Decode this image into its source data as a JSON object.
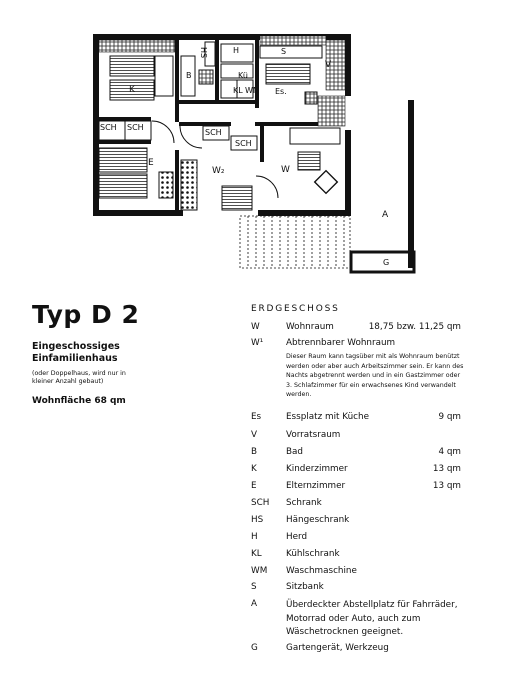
{
  "plan_labels": {
    "k": "K",
    "b": "B",
    "hs": "HS",
    "ku": "Kü",
    "kl": "KL",
    "wm": "WM",
    "h": "H",
    "s": "S",
    "v": "V",
    "es": "Es.",
    "sch1": "SCH",
    "sch2": "SCH",
    "sch3": "SCH",
    "sch4": "SCH",
    "e": "E",
    "w2": "W₂",
    "w": "W",
    "a": "A",
    "g": "G"
  },
  "title": "Typ D 2",
  "subtitle": "Eingeschossiges Einfamilienhaus",
  "note": "(oder Doppelhaus, wird nur in kleiner Anzahl gebaut)",
  "living_area": "Wohnfläche 68 qm",
  "section_heading": "ERDGESCHOSS",
  "legend": [
    {
      "abbr": "W",
      "desc": "Wohnraum",
      "value": "18,75 bzw. 11,25 qm"
    },
    {
      "abbr": "W¹",
      "desc": "Abtrennbarer Wohnraum",
      "value": "",
      "detail": "Dieser Raum kann tagsüber mit als Wohnraum benützt werden oder aber auch Arbeitszimmer sein. Er kann des Nachts abgetrennt werden und in ein Gastzimmer oder 3. Schlafzimmer für ein erwachsenes Kind verwandelt werden."
    },
    {
      "abbr": "Es",
      "desc": "Essplatz mit Küche",
      "value": "9 qm"
    },
    {
      "abbr": "V",
      "desc": "Vorratsraum",
      "value": ""
    },
    {
      "abbr": "B",
      "desc": "Bad",
      "value": "4 qm"
    },
    {
      "abbr": "K",
      "desc": "Kinderzimmer",
      "value": "13 qm"
    },
    {
      "abbr": "E",
      "desc": "Elternzimmer",
      "value": "13 qm"
    },
    {
      "abbr": "SCH",
      "desc": "Schrank",
      "value": ""
    },
    {
      "abbr": "HS",
      "desc": "Hängeschrank",
      "value": ""
    },
    {
      "abbr": "H",
      "desc": "Herd",
      "value": ""
    },
    {
      "abbr": "KL",
      "desc": "Kühlschrank",
      "value": ""
    },
    {
      "abbr": "WM",
      "desc": "Waschmaschine",
      "value": ""
    },
    {
      "abbr": "S",
      "desc": "Sitzbank",
      "value": ""
    },
    {
      "abbr": "A",
      "desc": "Überdeckter Abstellplatz für Fahrräder, Motorrad oder Auto, auch zum Wäschetrocknen geeignet.",
      "value": ""
    },
    {
      "abbr": "G",
      "desc": "Gartengerät, Werkzeug",
      "value": ""
    }
  ]
}
